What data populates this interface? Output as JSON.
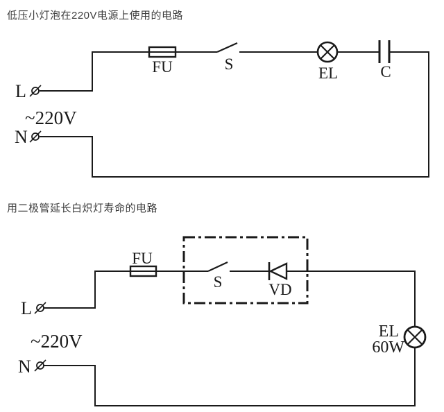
{
  "circuit1": {
    "title": "低压小灯泡在220V电源上使用的电路",
    "terminal_live": "L",
    "terminal_neutral": "N",
    "voltage": "~220V",
    "fuse_label": "FU",
    "switch_label": "S",
    "lamp_label": "EL",
    "capacitor_label": "C"
  },
  "circuit2": {
    "title": "用二极管延长白炽灯寿命的电路",
    "terminal_live": "L",
    "terminal_neutral": "N",
    "voltage": "~220V",
    "fuse_label": "FU",
    "switch_label": "S",
    "diode_label": "VD",
    "lamp_label": "EL",
    "lamp_power": "60W"
  },
  "colors": {
    "line": "#1a1a1a",
    "title_text": "#3d3d3d",
    "background": "#ffffff"
  }
}
